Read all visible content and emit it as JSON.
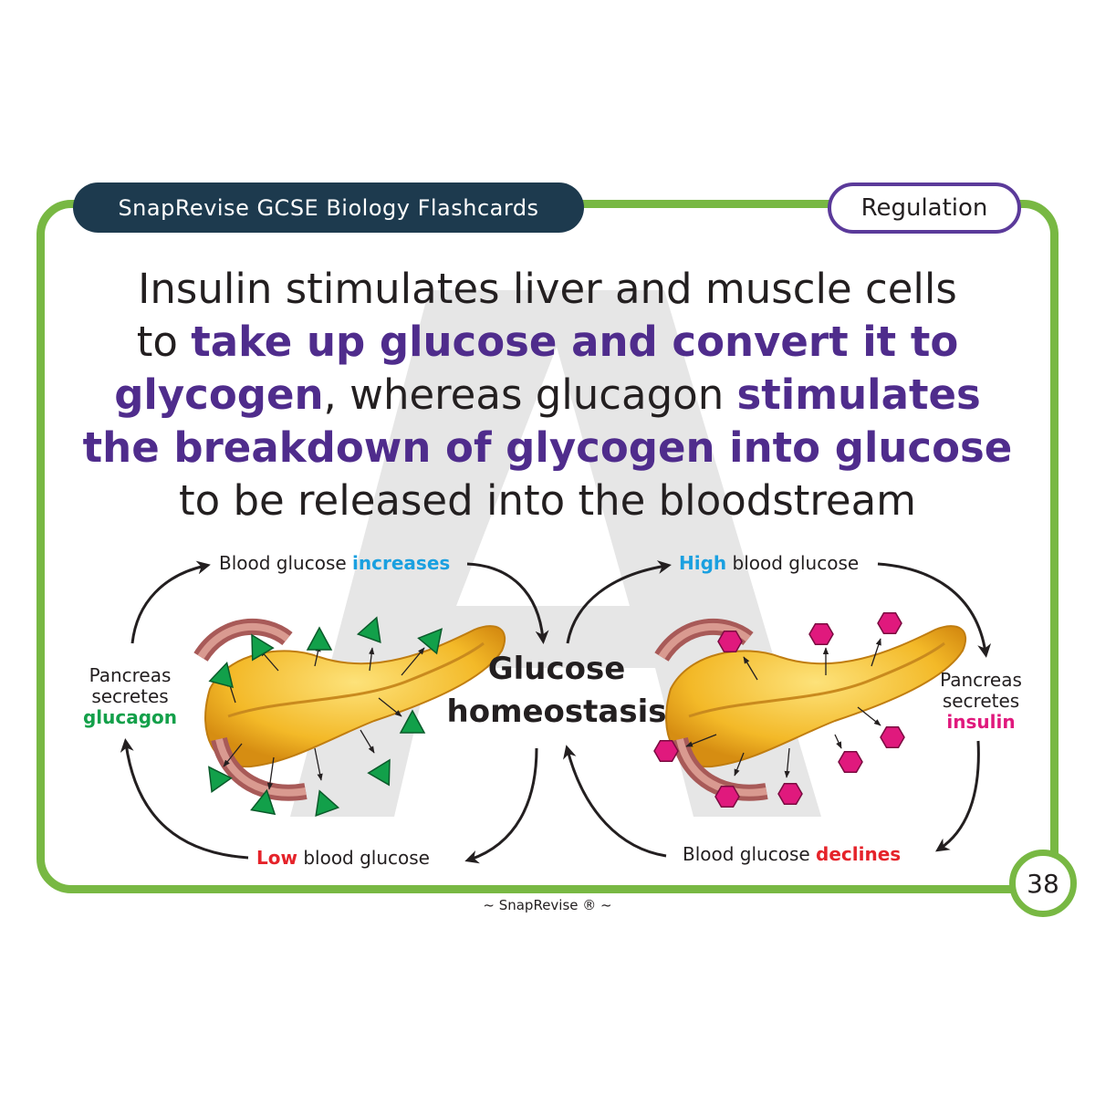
{
  "header": {
    "title": "SnapRevise GCSE Biology Flashcards",
    "topic": "Regulation"
  },
  "statement": {
    "line1": "Insulin stimulates liver and muscle cells",
    "line2_a": "to ",
    "line2_b": "take up glucose and convert it to",
    "line3_a": "glycogen",
    "line3_b": ", whereas glucagon ",
    "line3_c": "stimulates",
    "line4": "the breakdown of glycogen into glucose",
    "line5": "to be released into the bloodstream"
  },
  "diagram": {
    "center_line1": "Glucose",
    "center_line2": "homeostasis",
    "top_left_a": "Blood glucose ",
    "top_left_b": "increases",
    "top_right_a": "High",
    "top_right_b": " blood glucose",
    "bottom_left_a": "Low",
    "bottom_left_b": " blood glucose",
    "bottom_right_a": "Blood glucose ",
    "bottom_right_b": "declines",
    "left_1": "Pancreas",
    "left_2": "secretes",
    "left_3": "glucagon",
    "right_1": "Pancreas",
    "right_2": "secretes",
    "right_3": "insulin"
  },
  "page_number": "38",
  "footer": "~ SnapRevise ® ~",
  "colors": {
    "card_border": "#78b843",
    "header_bg": "#1d3a4e",
    "topic_border": "#5b3a9a",
    "emphasis": "#4f2c8c",
    "glucagon": "#13a04a",
    "insulin": "#e0197d",
    "increase": "#1aa0e0",
    "decrease": "#e5232a"
  }
}
